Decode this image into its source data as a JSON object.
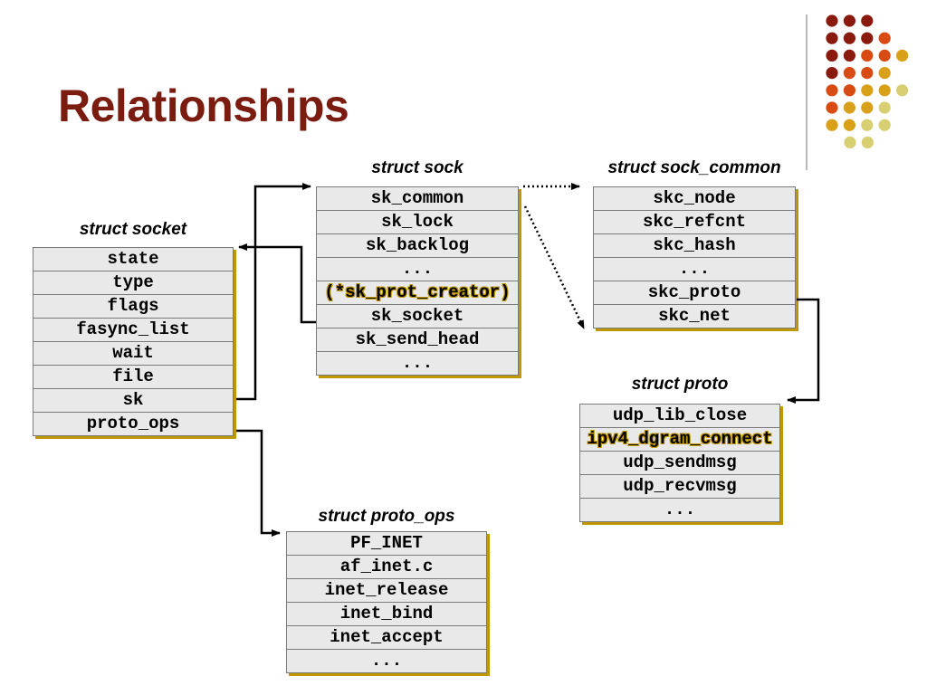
{
  "slide": {
    "title": "Relationships"
  },
  "structs": {
    "socket": {
      "label": "struct socket",
      "fields": [
        "state",
        "type",
        "flags",
        "fasync_list",
        "wait",
        "file",
        "sk",
        "proto_ops"
      ]
    },
    "sock": {
      "label": "struct sock",
      "fields": [
        "sk_common",
        "sk_lock",
        "sk_backlog",
        "...",
        "(*sk_prot_creator)",
        "sk_socket",
        "sk_send_head",
        "..."
      ]
    },
    "sock_common": {
      "label": "struct sock_common",
      "fields": [
        "skc_node",
        "skc_refcnt",
        "skc_hash",
        "...",
        "skc_proto",
        "skc_net"
      ]
    },
    "proto": {
      "label": "struct proto",
      "fields": [
        "udp_lib_close",
        "ipv4_dgram_connect",
        "udp_sendmsg",
        "udp_recvmsg",
        "..."
      ]
    },
    "proto_ops": {
      "label": "struct proto_ops",
      "fields": [
        "PF_INET",
        "af_inet.c",
        "inet_release",
        "inet_bind",
        "inet_accept",
        "..."
      ]
    }
  },
  "colors": {
    "title": "#7a1c10",
    "box_fill": "#e9e9e9",
    "box_shadow": "#c19700",
    "dot_palette": [
      "#8b1a0e",
      "#d84b12",
      "#d9a01a",
      "#d8cf73"
    ]
  }
}
